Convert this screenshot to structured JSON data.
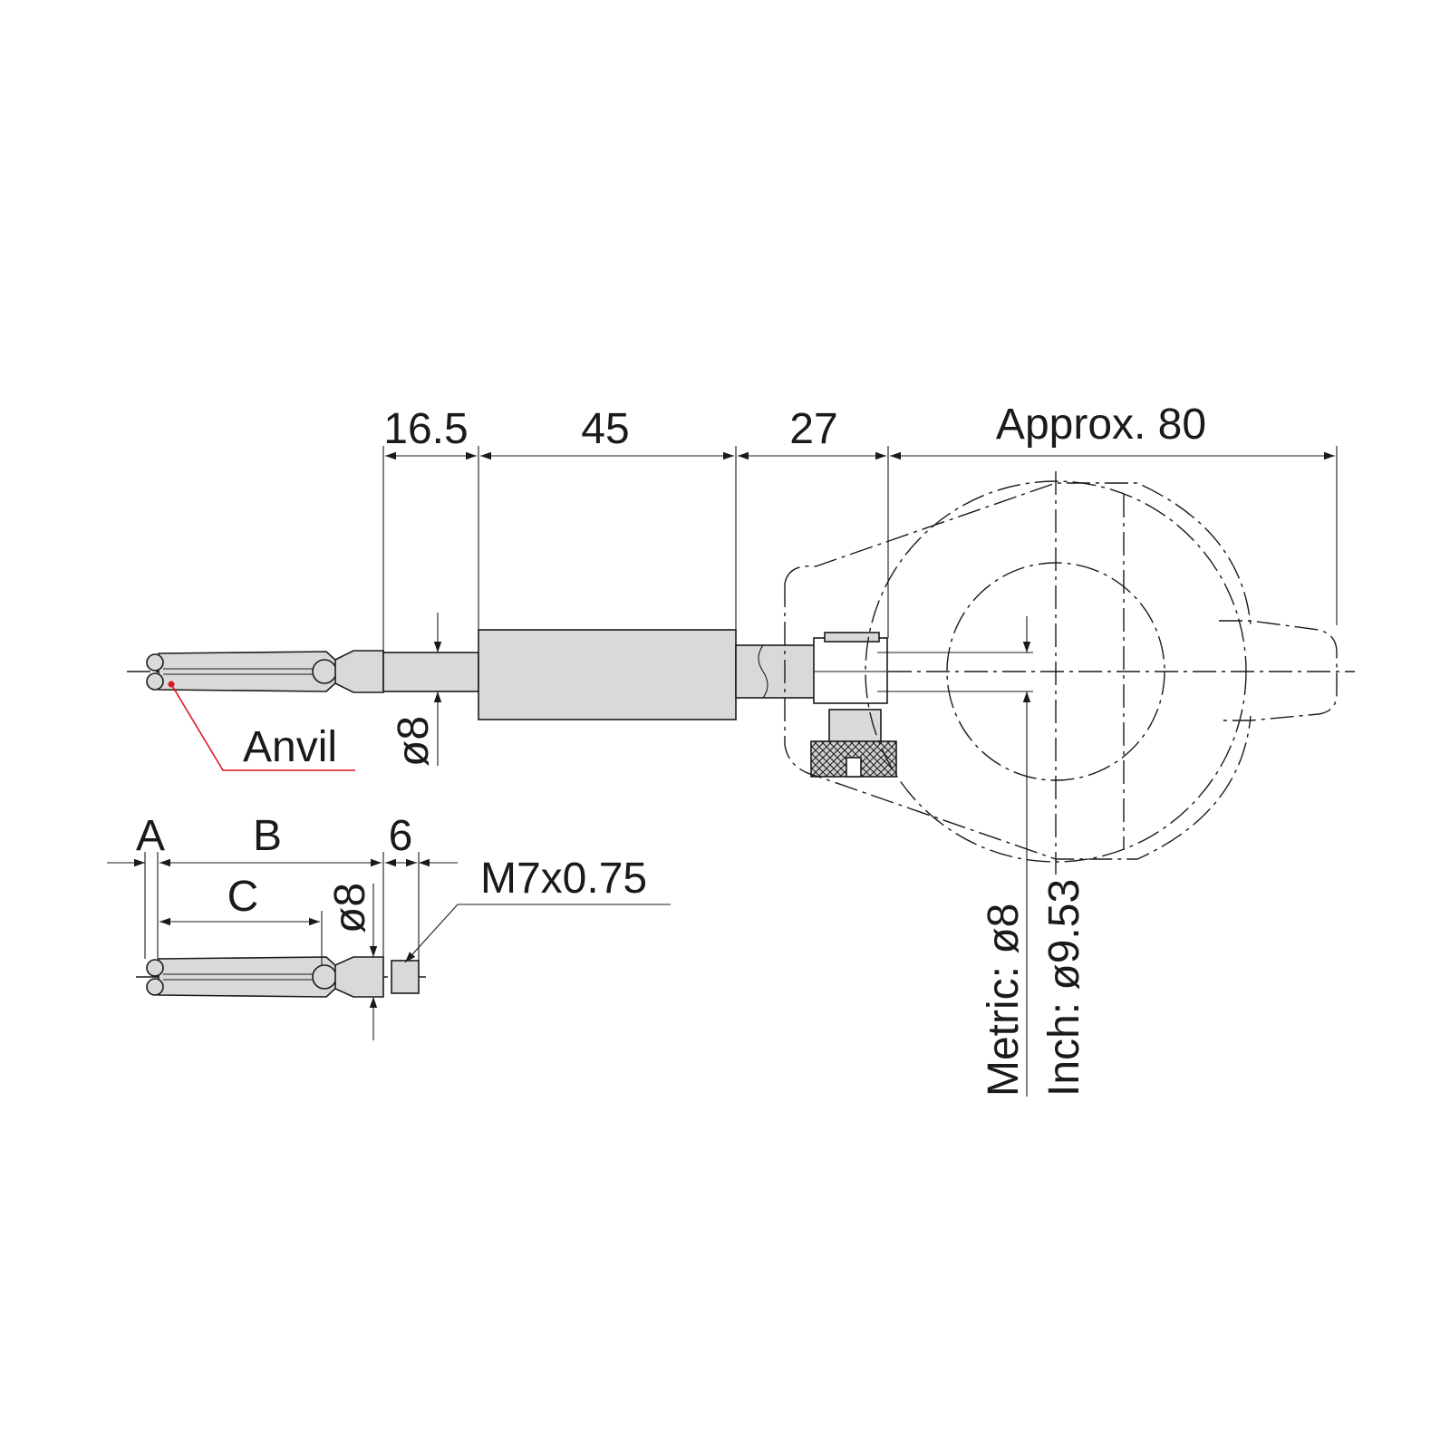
{
  "dimensions": {
    "tip_length": "16.5",
    "body_length": "45",
    "neck_length": "27",
    "dial_width": "Approx. 80",
    "shaft_diameter": "ø8",
    "stem_metric": "Metric: ø8",
    "stem_inch": "Inch: ø9.53"
  },
  "labels": {
    "anvil": "Anvil"
  },
  "detail": {
    "dim_a": "A",
    "dim_b": "B",
    "dim_c": "C",
    "dim_thread_length": "6",
    "diameter": "ø8",
    "thread": "M7x0.75"
  },
  "colors": {
    "line": "#1a1a1a",
    "leader_red": "#e0141e",
    "part_fill": "#d9d9d9"
  }
}
